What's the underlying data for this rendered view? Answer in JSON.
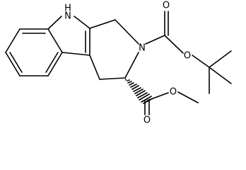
{
  "molecule": {
    "atom_labels": {
      "nh_n": "N",
      "nh_h": "H",
      "n_ring": "N",
      "o_boc_carbonyl": "O",
      "o_boc_ether": "O",
      "o_ester_carbonyl": "O",
      "o_ester_ether": "O"
    },
    "stereo": {
      "c3": "wedge-hash"
    },
    "colors": {
      "line": "#000000",
      "background": "#ffffff"
    }
  }
}
